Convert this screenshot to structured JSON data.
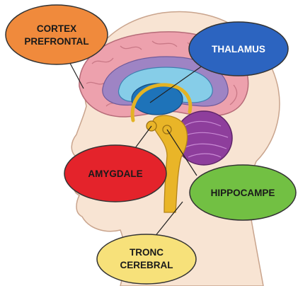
{
  "labels": {
    "cortex_line1": "CORTEX",
    "cortex_line2": "PREFRONTAL",
    "thalamus": "THALAMUS",
    "amygdale": "AMYGDALE",
    "hippocampe": "HIPPOCAMPE",
    "tronc_line1": "TRONC",
    "tronc_line2": "CEREBRAL"
  },
  "colors": {
    "cortex": "#f08a3c",
    "thalamus": "#2c64c0",
    "amygdale": "#e4232b",
    "hippocampe": "#72c043",
    "tronc": "#f7e17a",
    "skin": "#f8e4d3",
    "cortex_tissue": "#eda1ad",
    "cerebellum": "#8e3e9c",
    "brainstem": "#e9b528"
  }
}
